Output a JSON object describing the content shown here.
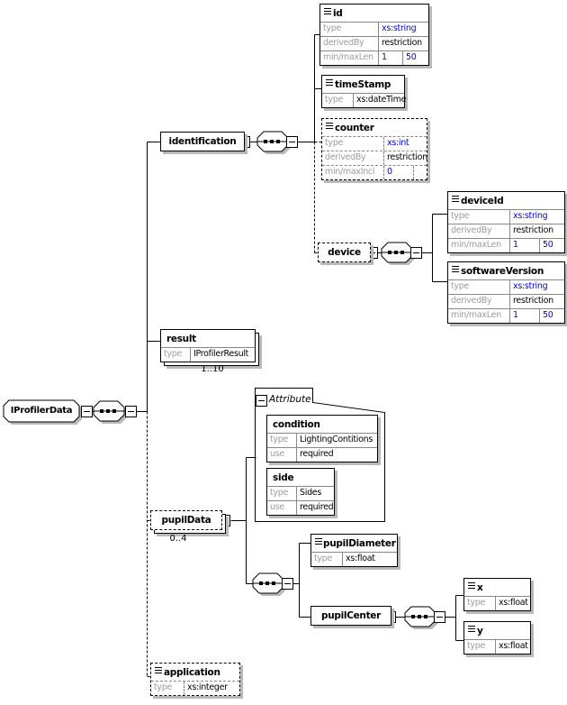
{
  "colors": {
    "type_link_blue": "#0000f0",
    "label_gray": "#9c9c9c",
    "shadow_gray": "#b9b9b9",
    "line_black": "#000000"
  },
  "attributes_section": {
    "label": "Attribute"
  },
  "root": {
    "label": "IProfilerData"
  },
  "nodes": {
    "identification": {
      "label": "identification"
    },
    "id": {
      "label": "id",
      "type_label": "type",
      "type": "xs:string",
      "derived_label": "derivedBy",
      "derived": "restriction",
      "facet_label": "min/maxLen",
      "facet_min": "1",
      "facet_max": "50"
    },
    "timeStamp": {
      "label": "timeStamp",
      "type_label": "type",
      "type": "xs:dateTime"
    },
    "counter": {
      "label": "counter",
      "type_label": "type",
      "type": "xs:int",
      "derived_label": "derivedBy",
      "derived": "restriction",
      "facet_label": "min/maxIncl",
      "facet_min": "0",
      "facet_max": ""
    },
    "device": {
      "label": "device"
    },
    "deviceId": {
      "label": "deviceId",
      "type_label": "type",
      "type": "xs:string",
      "derived_label": "derivedBy",
      "derived": "restriction",
      "facet_label": "min/maxLen",
      "facet_min": "1",
      "facet_max": "50"
    },
    "softwareVersion": {
      "label": "softwareVersion",
      "type_label": "type",
      "type": "xs:string",
      "derived_label": "derivedBy",
      "derived": "restriction",
      "facet_label": "min/maxLen",
      "facet_min": "1",
      "facet_max": "50"
    },
    "result": {
      "label": "result",
      "type_label": "type",
      "type": "IProfilerResult",
      "cardinality": "1..10"
    },
    "pupilData": {
      "label": "pupilData",
      "cardinality": "0..4"
    },
    "condition": {
      "label": "condition",
      "type_label": "type",
      "type": "LightingContitions",
      "use_label": "use",
      "use": "required"
    },
    "side": {
      "label": "side",
      "type_label": "type",
      "type": "Sides",
      "use_label": "use",
      "use": "required"
    },
    "pupilDiameter": {
      "label": "pupilDiameter",
      "type_label": "type",
      "type": "xs:float"
    },
    "pupilCenter": {
      "label": "pupilCenter"
    },
    "x": {
      "label": "x",
      "type_label": "type",
      "type": "xs:float"
    },
    "y": {
      "label": "y",
      "type_label": "type",
      "type": "xs:float"
    },
    "application": {
      "label": "application",
      "type_label": "type",
      "type": "xs:integer"
    }
  }
}
